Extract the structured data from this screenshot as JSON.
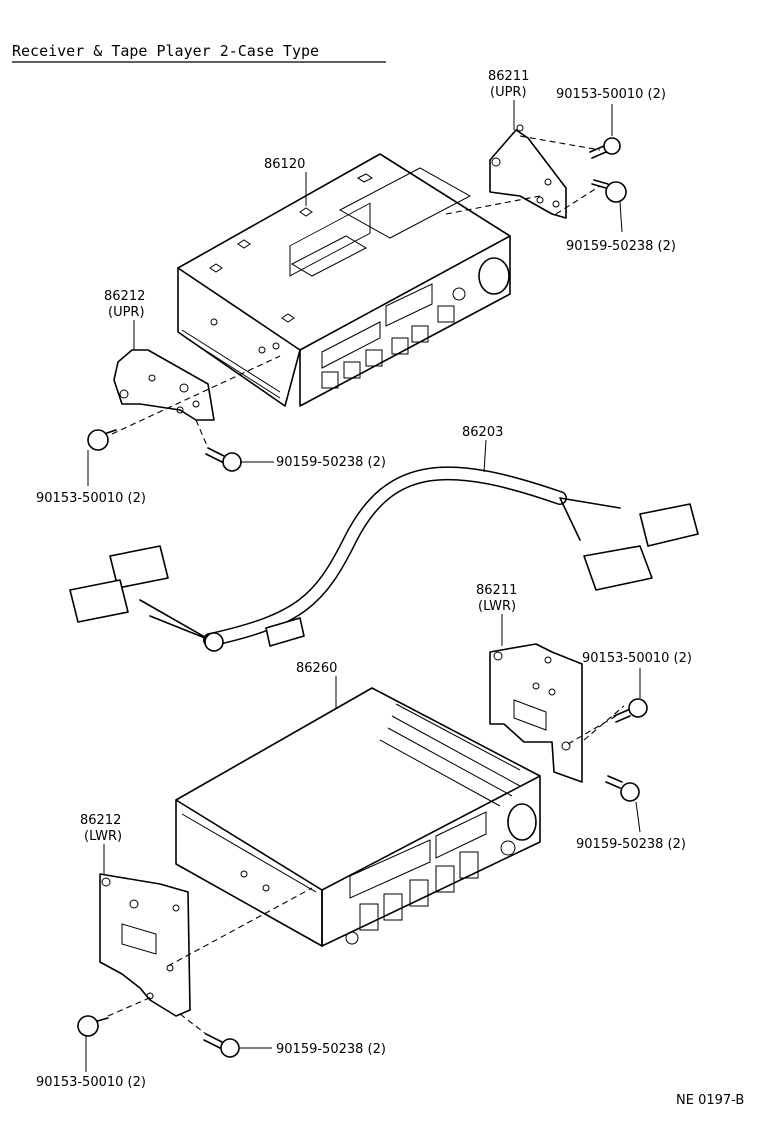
{
  "title": "Receiver & Tape Player 2-Case Type",
  "code": "NE 0197-B",
  "parts": {
    "p86120": "86120",
    "p86211_upr": "86211",
    "p86211_upr_q": "(UPR)",
    "p86212_upr": "86212",
    "p86212_upr_q": "(UPR)",
    "p86203": "86203",
    "p86211_lwr": "86211",
    "p86211_lwr_q": "(LWR)",
    "p86260": "86260",
    "p86212_lwr": "86212",
    "p86212_lwr_q": "(LWR)",
    "screw_a1": "90153-50010 (2)",
    "bolt_b1": "90159-50238 (2)",
    "screw_a2": "90153-50010 (2)",
    "bolt_b2": "90159-50238 (2)",
    "screw_a3": "90153-50010 (2)",
    "bolt_b3": "90159-50238 (2)",
    "screw_a4": "90153-50010 (2)",
    "bolt_b4": "90159-50238 (2)"
  }
}
